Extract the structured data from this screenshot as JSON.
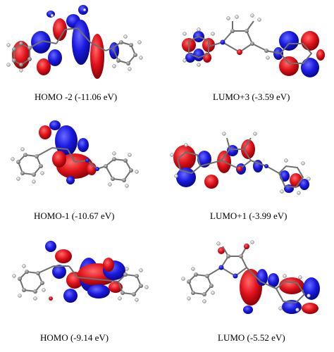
{
  "panels": [
    {
      "id": "homo-2",
      "label": "HOMO -2 (-11.06 eV)"
    },
    {
      "id": "lumo+3",
      "label": "LUMO+3 (-3.59 eV)"
    },
    {
      "id": "homo-1",
      "label": "HOMO-1 (-10.67 eV)"
    },
    {
      "id": "lumo+1",
      "label": "LUMO+1 (-3.99 eV)"
    },
    {
      "id": "homo",
      "label": "HOMO (-9.14 eV)"
    },
    {
      "id": "lumo",
      "label": "LUMO (-5.52 eV)"
    }
  ],
  "colors": {
    "positive_lobe": "#e0121a",
    "negative_lobe": "#1a1ae0",
    "carbon": "#8a8a8a",
    "hydrogen": "#ffffff",
    "bond": "#6e6e6e"
  }
}
